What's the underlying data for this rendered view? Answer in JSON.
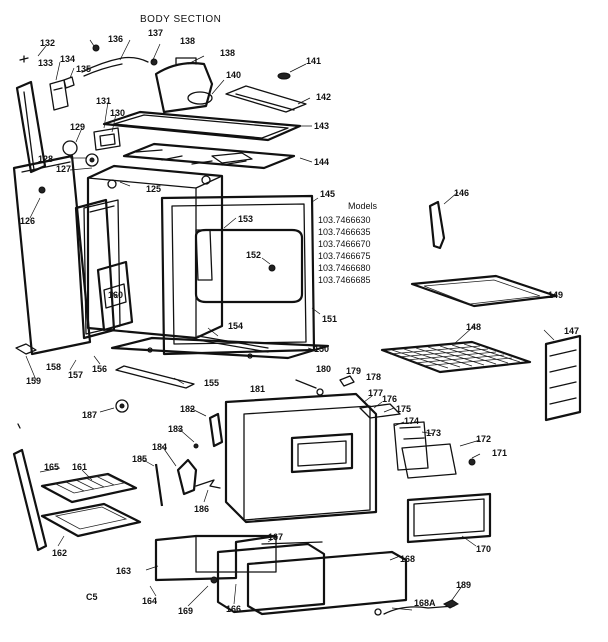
{
  "diagram": {
    "title": "BODY SECTION",
    "models_heading": "Models",
    "models": [
      "103.7466630",
      "103.7466635",
      "103.7466670",
      "103.7466675",
      "103.7466680",
      "103.7466685"
    ],
    "footer_code": "C5",
    "labels": [
      {
        "id": "132",
        "text": "132"
      },
      {
        "id": "133",
        "text": "133"
      },
      {
        "id": "134",
        "text": "134"
      },
      {
        "id": "135",
        "text": "135"
      },
      {
        "id": "136",
        "text": "136"
      },
      {
        "id": "137",
        "text": "137"
      },
      {
        "id": "138a",
        "text": "138"
      },
      {
        "id": "138b",
        "text": "138"
      },
      {
        "id": "140",
        "text": "140"
      },
      {
        "id": "141",
        "text": "141"
      },
      {
        "id": "142",
        "text": "142"
      },
      {
        "id": "143",
        "text": "143"
      },
      {
        "id": "144",
        "text": "144"
      },
      {
        "id": "145",
        "text": "145"
      },
      {
        "id": "131",
        "text": "131"
      },
      {
        "id": "130",
        "text": "130"
      },
      {
        "id": "129",
        "text": "129"
      },
      {
        "id": "128",
        "text": "128"
      },
      {
        "id": "127",
        "text": "127"
      },
      {
        "id": "126",
        "text": "126"
      },
      {
        "id": "125",
        "text": "125"
      },
      {
        "id": "153",
        "text": "153"
      },
      {
        "id": "152",
        "text": "152"
      },
      {
        "id": "151",
        "text": "151"
      },
      {
        "id": "150",
        "text": "150"
      },
      {
        "id": "154",
        "text": "154"
      },
      {
        "id": "155",
        "text": "155"
      },
      {
        "id": "156",
        "text": "156"
      },
      {
        "id": "157",
        "text": "157"
      },
      {
        "id": "158",
        "text": "158"
      },
      {
        "id": "159",
        "text": "159"
      },
      {
        "id": "160",
        "text": "160"
      },
      {
        "id": "146",
        "text": "146"
      },
      {
        "id": "149",
        "text": "149"
      },
      {
        "id": "148",
        "text": "148"
      },
      {
        "id": "147",
        "text": "147"
      },
      {
        "id": "180",
        "text": "180"
      },
      {
        "id": "179",
        "text": "179"
      },
      {
        "id": "178",
        "text": "178"
      },
      {
        "id": "177",
        "text": "177"
      },
      {
        "id": "176",
        "text": "176"
      },
      {
        "id": "175",
        "text": "175"
      },
      {
        "id": "174",
        "text": "174"
      },
      {
        "id": "173",
        "text": "173"
      },
      {
        "id": "172",
        "text": "172"
      },
      {
        "id": "171",
        "text": "171"
      },
      {
        "id": "170",
        "text": "170"
      },
      {
        "id": "181",
        "text": "181"
      },
      {
        "id": "182",
        "text": "182"
      },
      {
        "id": "183",
        "text": "183"
      },
      {
        "id": "184",
        "text": "184"
      },
      {
        "id": "185",
        "text": "185"
      },
      {
        "id": "186",
        "text": "186"
      },
      {
        "id": "187",
        "text": "187"
      },
      {
        "id": "165",
        "text": "165"
      },
      {
        "id": "161",
        "text": "161"
      },
      {
        "id": "162",
        "text": "162"
      },
      {
        "id": "163",
        "text": "163"
      },
      {
        "id": "164",
        "text": "164"
      },
      {
        "id": "169",
        "text": "169"
      },
      {
        "id": "166",
        "text": "166"
      },
      {
        "id": "167",
        "text": "167"
      },
      {
        "id": "168",
        "text": "168"
      },
      {
        "id": "168A",
        "text": "168A"
      },
      {
        "id": "189",
        "text": "189"
      }
    ]
  }
}
